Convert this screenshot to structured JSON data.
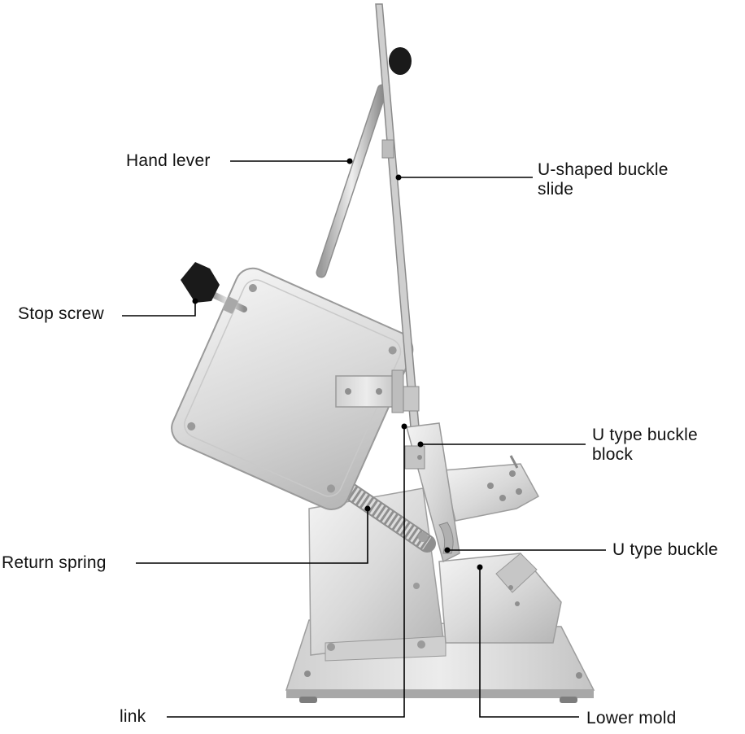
{
  "labels": {
    "hand_lever": "Hand lever",
    "u_shaped_buckle_slide": "U-shaped buckle\nslide",
    "stop_screw": "Stop screw",
    "u_type_buckle_block": "U type buckle\nblock",
    "return_spring": "Return spring",
    "u_type_buckle": "U type buckle",
    "link": "link",
    "lower_mold": "Lower mold"
  },
  "colors": {
    "metal_light": "#e4e4e4",
    "metal_mid": "#bdbdbd",
    "metal_dark": "#8a8a8a",
    "knob": "#1a1a1a",
    "leader": "#000000",
    "text": "#111111"
  }
}
